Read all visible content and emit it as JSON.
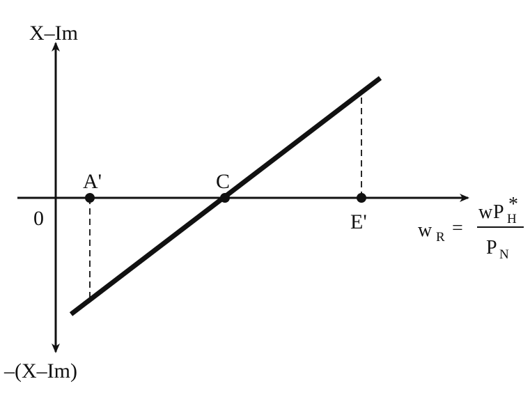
{
  "diagram": {
    "y_axis_top_label": "X–Im",
    "y_axis_bottom_label": "–(X–Im)",
    "origin_label": "0",
    "x_axis_label": {
      "lhs": "w",
      "lhs_sub": "R",
      "equals": "=",
      "num_w": "w",
      "num_p": "P",
      "num_sub": "H",
      "num_sup": "*",
      "den_p": "P",
      "den_sub": "N"
    },
    "points": {
      "a": "A'",
      "c": "C",
      "e": "E'"
    }
  },
  "colors": {
    "ink": "#111111",
    "background": "#ffffff"
  }
}
